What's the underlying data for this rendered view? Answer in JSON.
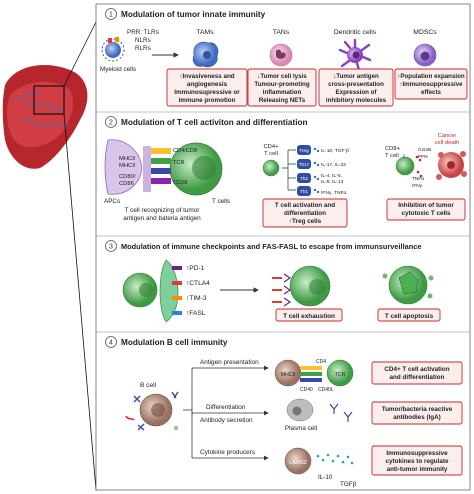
{
  "sections": [
    {
      "number": "1",
      "title": "Modulation of tumor innate immunity",
      "myeloid_label": "Myeloid cells",
      "receptor_lines": [
        "PRR: TLRs",
        "NLRs",
        "RLRs"
      ],
      "cells": [
        "TAMs",
        "TANs",
        "Dendritic cells",
        "MDSCs"
      ],
      "boxes": [
        [
          "↑Invasiveness and",
          "angiogenesis",
          "Immunosupressive or",
          "immune promotion"
        ],
        [
          "↓Tumor cell lysis",
          "Tumour-promoting",
          "inflammation",
          "Releasing NETs"
        ],
        [
          "↓Tumor antigen",
          "cross-presentation",
          "Expression of",
          "inhibitory molecules"
        ],
        [
          "↑Population expansion",
          "↑Immunosuppressive",
          "effects"
        ]
      ]
    },
    {
      "number": "2",
      "title": "Modulation of T cell activiton and differentiation",
      "apc_label": "APCs",
      "tcell_label": "T cells",
      "mhc_labels": [
        "MHCI/",
        "MHCII",
        "CD80/",
        "CD86"
      ],
      "receptor_labels": [
        "CD4/CD8",
        "TCR",
        "CD28"
      ],
      "caption": [
        "T cell recognizing of tumor",
        "antigen and bateria antigen"
      ],
      "cd4_label": [
        "CD4+",
        "T cell"
      ],
      "subsets": [
        "Treg",
        "Th17",
        "Th2",
        "Th1"
      ],
      "cytokines": [
        "IL-10, TGF-β",
        "IL-17, IL-22",
        "IL-4, IL-5,",
        "IL-9, IL-13",
        "IFNγ, TNFα"
      ],
      "box_center": [
        "T cell activation and",
        "differentiation",
        "↑Treg cells"
      ],
      "cd8_label": [
        "CD8+",
        "T cell"
      ],
      "cd8_molecules": [
        "GzmB",
        "PFN",
        "TNFα",
        "IFNγ"
      ],
      "death_label": [
        "Cancer",
        "cell death"
      ],
      "box_right": [
        "Inhibition of tumor",
        "cytotoxic T cells"
      ]
    },
    {
      "number": "3",
      "title": "Modulation of immune checkpoints and FAS-FASL to escape from immunsurveillance",
      "checkpoints": [
        "↑PD-1",
        "↑CTLA4",
        "↑TIM-3",
        "↑FASL"
      ],
      "box_left": "T cell exhaustion",
      "box_right": "T cell apoptosis"
    },
    {
      "number": "4",
      "title": "Modulation B cell immunity",
      "bcell_label": "B cell",
      "branches": [
        "Antigen presentation",
        "Differentiation",
        "Antibody secretion",
        "Cytokine producers"
      ],
      "mhc_labels": [
        "MHCII",
        "CD4",
        "TCR",
        "CD40",
        "CD40L"
      ],
      "plasma_label": "Plasma cell",
      "lars2_label": "LARS2",
      "il10_label": "IL-10",
      "tgfb_label": "TGFβ",
      "box1": [
        "CD4+ T cell activation",
        "and differentiation"
      ],
      "box2": [
        "Tumor/bacteria reactive",
        "antibodies (IgA)"
      ],
      "box3": [
        "Immunosuppressive",
        "cytokines to regulate",
        "anti-tumor immunity"
      ]
    }
  ],
  "colors": {
    "accent_red": "#c62828",
    "box_bg": "#fdeeee",
    "section_border": "#555555",
    "treg": "#2e4fa3",
    "tam": "#3f6ac2",
    "tan": "#d98ab0",
    "dc": "#8e3fbf",
    "mdsc": "#8a5fc9",
    "tcell": "#4caf50",
    "plasma": "#9e9e9e"
  }
}
